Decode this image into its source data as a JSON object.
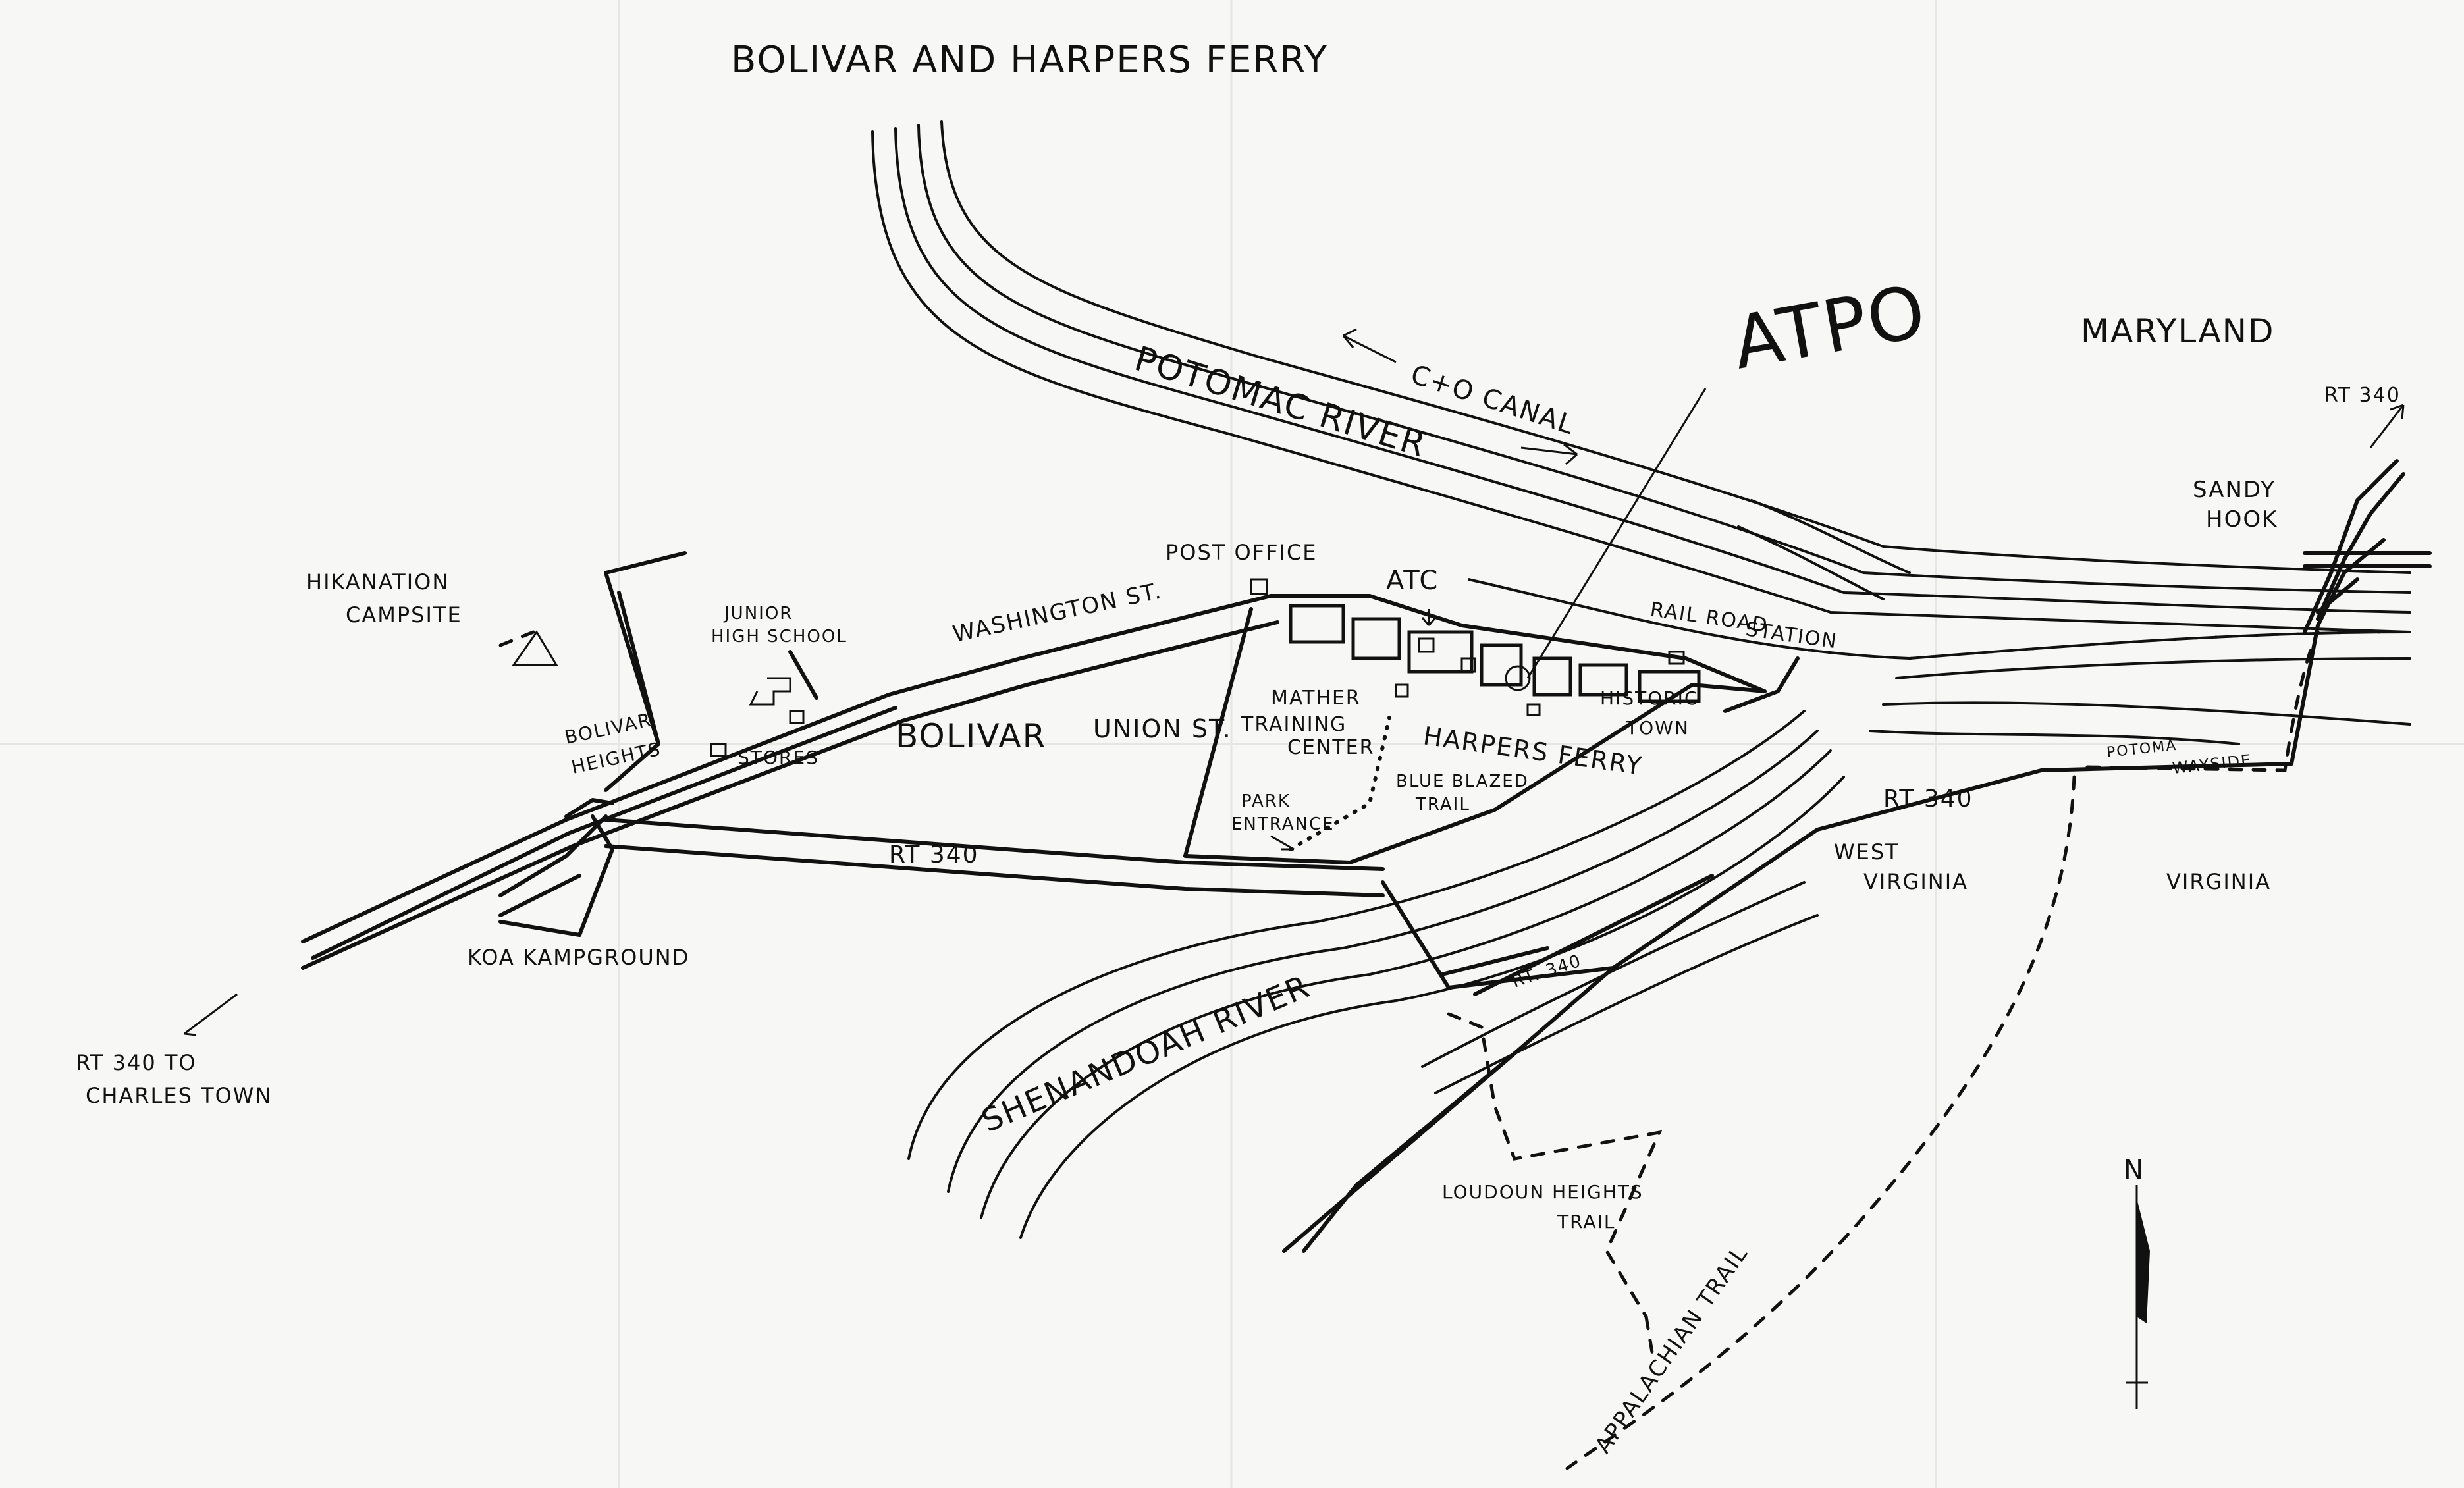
{
  "title": "BOLIVAR AND HARPERS FERRY",
  "labels": {
    "atpo": "ATPO",
    "maryland": "MARYLAND",
    "rt340_ne": "RT 340",
    "sandy_hook_1": "SANDY",
    "sandy_hook_2": "HOOK",
    "co_canal": "C+O CANAL",
    "potomac_river": "POTOMAC RIVER",
    "hikanation_1": "HIKANATION",
    "hikanation_2": "CAMPSITE",
    "junior_high_1": "JUNIOR",
    "junior_high_2": "HIGH SCHOOL",
    "post_office": "POST OFFICE",
    "atc": "ATC",
    "washington_st": "WASHINGTON ST.",
    "railroad_station_1": "RAIL ROAD",
    "railroad_station_2": "STATION",
    "bolivar_heights_1": "BOLIVAR",
    "bolivar_heights_2": "HEIGHTS",
    "stores": "STORES",
    "bolivar": "BOLIVAR",
    "union_st": "UNION ST.",
    "mather_1": "MATHER",
    "mather_2": "TRAINING",
    "mather_3": "CENTER",
    "harpers_ferry": "HARPERS FERRY",
    "historic_town_1": "HISTORIC",
    "historic_town_2": "TOWN",
    "blue_blazed_1": "BLUE BLAZED",
    "blue_blazed_2": "TRAIL",
    "park_entrance_1": "PARK",
    "park_entrance_2": "ENTRANCE",
    "rt340_center": "RT 340",
    "rt340_east": "RT 340",
    "rt340_south": "RT. 340",
    "potomac_wayside_1": "POTOMA",
    "potomac_wayside_2": "WAYSIDE",
    "west_virginia_1": "WEST",
    "west_virginia_2": "VIRGINIA",
    "virginia": "VIRGINIA",
    "koa": "KOA KAMPGROUND",
    "rt340_charles_1": "RT 340 TO",
    "rt340_charles_2": "CHARLES TOWN",
    "shenandoah_river": "SHENANDOAH RIVER",
    "loudoun_1": "LOUDOUN HEIGHTS",
    "loudoun_2": "TRAIL",
    "appalachian_trail": "APPALACHIAN TRAIL",
    "north": "N"
  },
  "icons": [
    "campsite-triangle-icon",
    "north-arrow-icon",
    "post-office-icon",
    "atc-building-icon"
  ]
}
